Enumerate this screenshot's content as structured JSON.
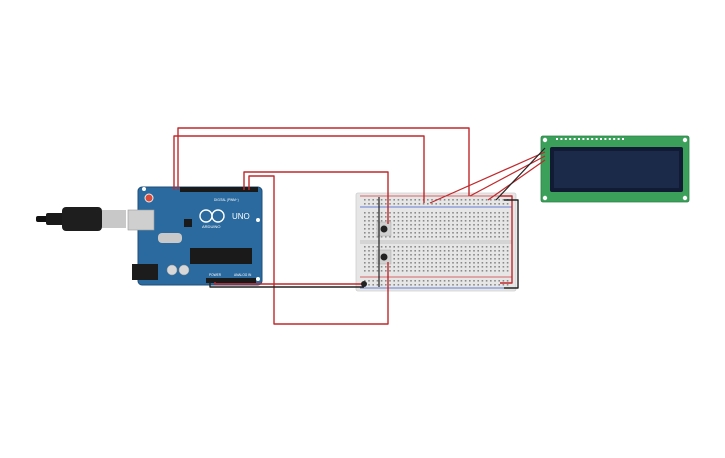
{
  "arduino": {
    "brand": "ARDUINO",
    "model": "UNO",
    "digital_label": "DIGITAL (PWM~)",
    "power_label": "POWER",
    "analog_label": "ANALOG IN",
    "board_color": "#2b6a9e",
    "board_edge_color": "#1f4f78"
  },
  "lcd": {
    "pcb_color": "#3aa05a",
    "screen_color": "#1c2a4a"
  },
  "breadboard": {
    "body_color": "#e6e6e6",
    "rail_red": "#d23a3a",
    "rail_blue": "#3a5ad2"
  },
  "wires": {
    "signal_color": "#c0282c",
    "ground_color": "#222222"
  },
  "buttons": [
    {
      "name": "push-button-1"
    },
    {
      "name": "push-button-2"
    }
  ]
}
